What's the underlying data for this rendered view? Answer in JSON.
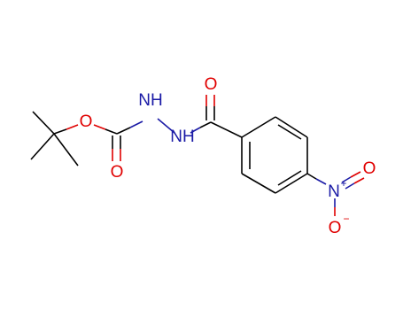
{
  "colors": {
    "carbon_bond": "#000000",
    "oxygen": "#e00000",
    "nitrogen": "#1a1aa6",
    "background": "#ffffff"
  },
  "atoms": {
    "ester_oxygen": "O",
    "carbamate_carbonyl_oxygen": "O",
    "hydrazide_nh_upper": "NH",
    "hydrazide_nh_lower": "NH",
    "amide_carbonyl_oxygen": "O",
    "nitro_nitrogen": "N",
    "nitro_nitrogen_charge": "+",
    "nitro_oxygen_a": "O",
    "nitro_oxygen_b": "O",
    "nitro_oxygen_b_charge": "−"
  }
}
